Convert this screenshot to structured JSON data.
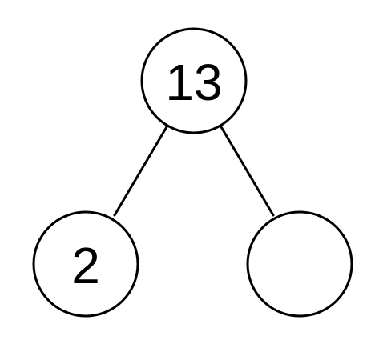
{
  "diagram": {
    "type": "number-bond",
    "colors": {
      "stroke": "#000000",
      "fill": "#ffffff",
      "text": "#000000"
    },
    "nodes": {
      "top": {
        "value": "13"
      },
      "left": {
        "value": "2"
      },
      "right": {
        "value": ""
      }
    }
  }
}
